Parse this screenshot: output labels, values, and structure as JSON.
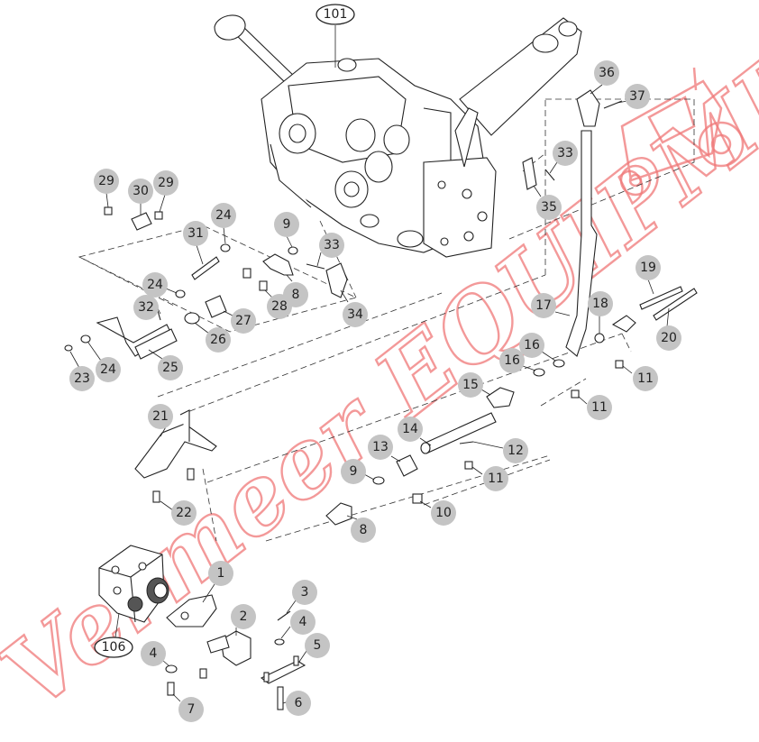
{
  "watermark": {
    "text": "Vermeer EQUIPMENT",
    "color": "#f07878"
  },
  "assemblies": [
    {
      "id": "a101",
      "label": "101"
    },
    {
      "id": "a106",
      "label": "106"
    }
  ],
  "callouts": [
    {
      "label": "1"
    },
    {
      "label": "2"
    },
    {
      "label": "3"
    },
    {
      "label": "4"
    },
    {
      "label": "4"
    },
    {
      "label": "5"
    },
    {
      "label": "6"
    },
    {
      "label": "7"
    },
    {
      "label": "8"
    },
    {
      "label": "8"
    },
    {
      "label": "9"
    },
    {
      "label": "9"
    },
    {
      "label": "10"
    },
    {
      "label": "11"
    },
    {
      "label": "11"
    },
    {
      "label": "11"
    },
    {
      "label": "12"
    },
    {
      "label": "13"
    },
    {
      "label": "14"
    },
    {
      "label": "15"
    },
    {
      "label": "16"
    },
    {
      "label": "16"
    },
    {
      "label": "17"
    },
    {
      "label": "18"
    },
    {
      "label": "19"
    },
    {
      "label": "20"
    },
    {
      "label": "21"
    },
    {
      "label": "22"
    },
    {
      "label": "23"
    },
    {
      "label": "24"
    },
    {
      "label": "24"
    },
    {
      "label": "24"
    },
    {
      "label": "25"
    },
    {
      "label": "26"
    },
    {
      "label": "27"
    },
    {
      "label": "28"
    },
    {
      "label": "29"
    },
    {
      "label": "29"
    },
    {
      "label": "30"
    },
    {
      "label": "31"
    },
    {
      "label": "32"
    },
    {
      "label": "33"
    },
    {
      "label": "33"
    },
    {
      "label": "34"
    },
    {
      "label": "35"
    },
    {
      "label": "36"
    },
    {
      "label": "37"
    }
  ]
}
